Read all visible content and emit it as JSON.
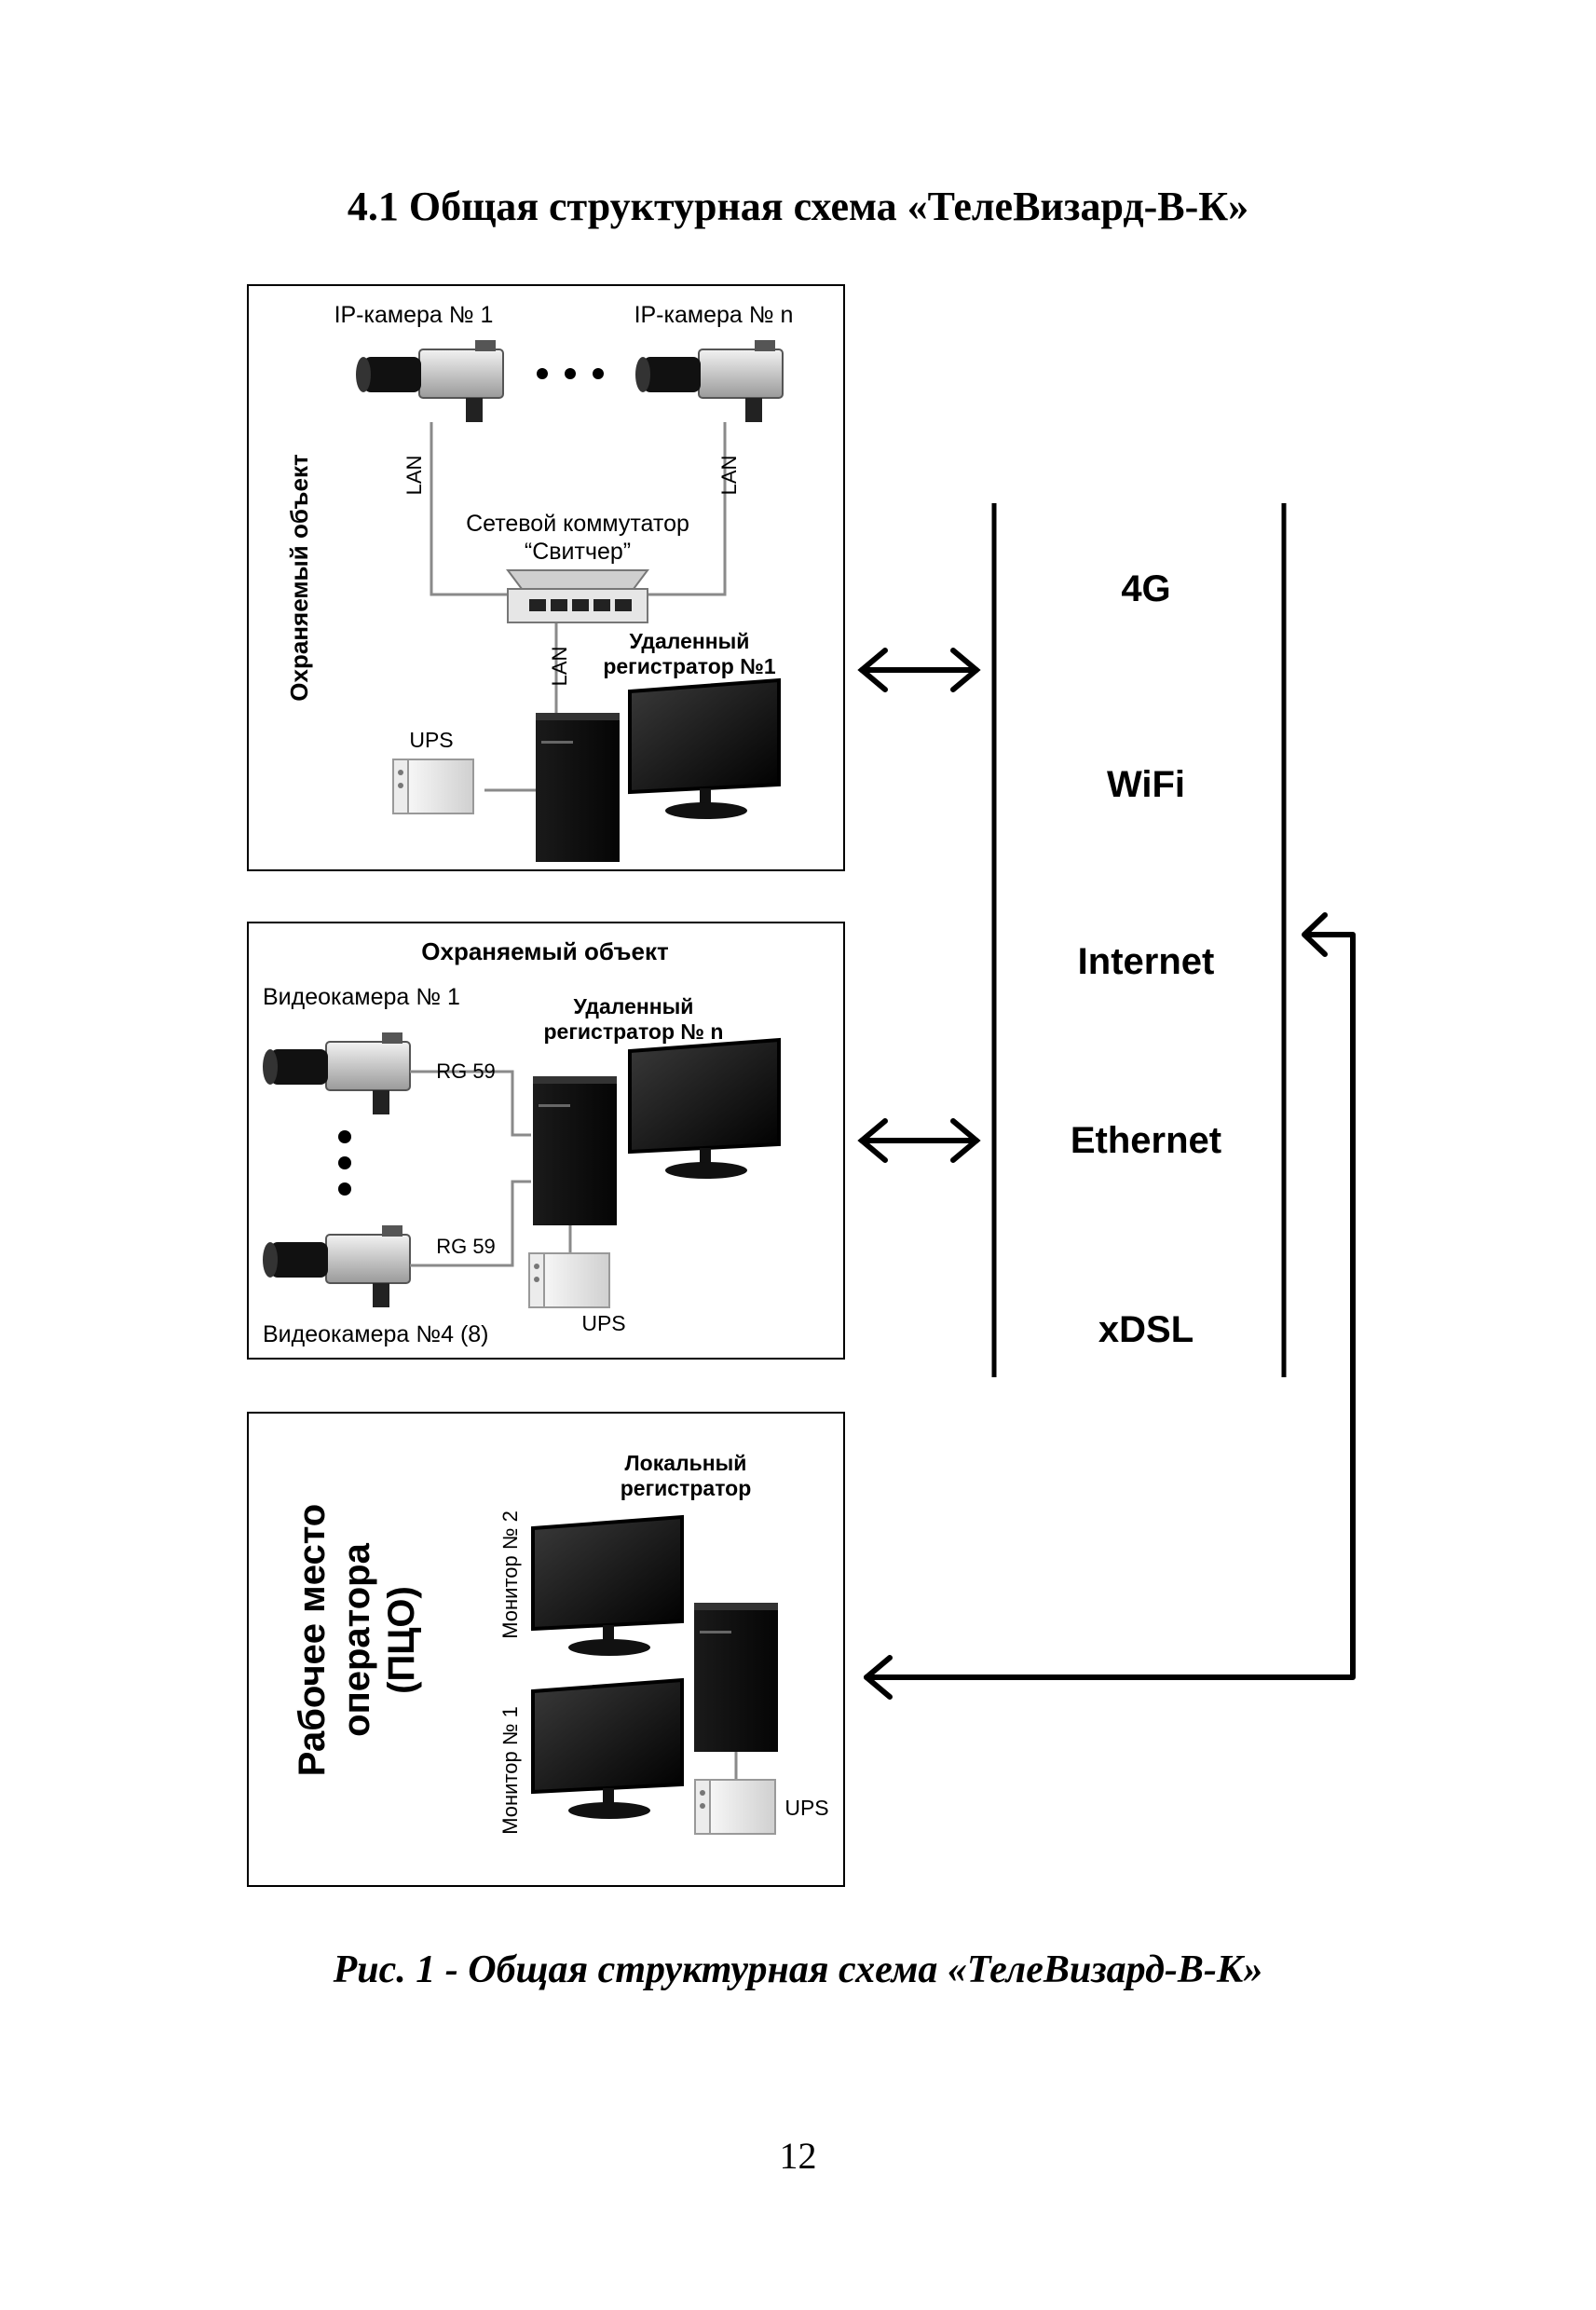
{
  "heading": "4.1 Общая структурная схема «ТелеВизард-В-К»",
  "caption": "Рис. 1 - Общая структурная схема «ТелеВизард-В-К»",
  "page_number": "12",
  "box1": {
    "side_label": "Охраняемый объект",
    "camera_1": "IP-камера № 1",
    "camera_n": "IP-камера № n",
    "lan_left": "LAN",
    "lan_right": "LAN",
    "lan_bottom": "LAN",
    "switch_line1": "Сетевой коммутатор",
    "switch_line2": "“Свитчер”",
    "recorder_line1": "Удаленный",
    "recorder_line2": "регистратор №1",
    "ups": "UPS"
  },
  "box2": {
    "title": "Охраняемый объект",
    "camera_1": "Видеокамера № 1",
    "camera_last": "Видеокамера №4 (8)",
    "cable_1": "RG 59",
    "cable_2": "RG 59",
    "recorder_line1": "Удаленный",
    "recorder_line2": "регистратор № n",
    "ups": "UPS"
  },
  "box3": {
    "side_line1": "Рабочее место",
    "side_line2": "оператора",
    "side_line3": "(ПЦО)",
    "recorder_line1": "Локальный",
    "recorder_line2": "регистратор",
    "monitor_2": "Монитор № 2",
    "monitor_1": "Монитор № 1",
    "ups": "UPS"
  },
  "network": {
    "items": [
      "4G",
      "WiFi",
      "Internet",
      "Ethernet",
      "xDSL"
    ]
  },
  "colors": {
    "ink": "#000000",
    "gray": "#8a8a8a",
    "light": "#d9d9d9"
  }
}
